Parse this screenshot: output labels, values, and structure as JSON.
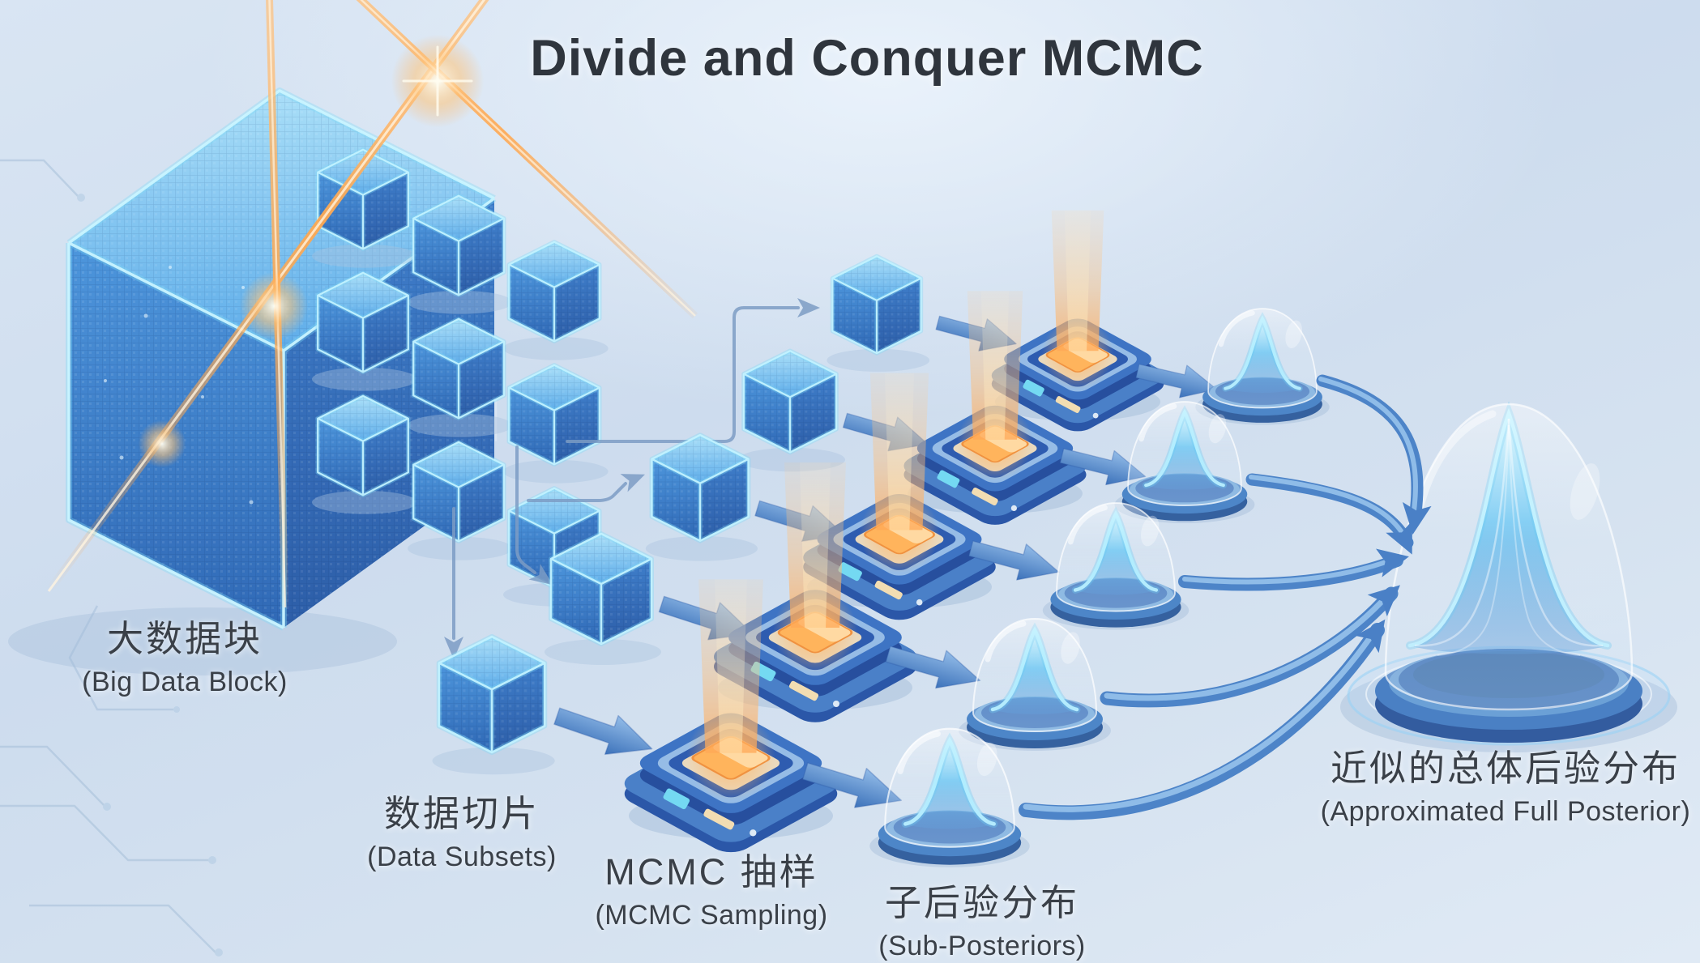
{
  "title": "Divide and Conquer MCMC",
  "stages": [
    {
      "id": "big-data-block",
      "zh": "大数据块",
      "en": "(Big Data Block)"
    },
    {
      "id": "data-subsets",
      "zh": "数据切片",
      "en": "(Data Subsets)"
    },
    {
      "id": "mcmc-sampling",
      "zh": "MCMC 抽样",
      "en": "(MCMC Sampling)"
    },
    {
      "id": "sub-posteriors",
      "zh": "子后验分布",
      "en": "(Sub-Posteriors)"
    },
    {
      "id": "approximated-full-posterior",
      "zh": "近似的总体后验分布",
      "en": "(Approximated Full Posterior)"
    }
  ],
  "structure": {
    "sliced_grid": "3x3",
    "data_subset_cubes": 5,
    "mcmc_processors": 5,
    "sub_posterior_domes": 5,
    "merged_posterior_domes": 1,
    "flow": "big data cube -> data subsets -> MCMC samplers -> sub-posteriors -> approximated full posterior"
  },
  "colors": {
    "background": "#cfdeee",
    "cube_blue": "#3c86d4",
    "cube_top": "#9fd9f6",
    "edge_glow_cyan": "#bfeffe",
    "beam_orange": "#ffaa50",
    "processor_blue": "#3e74c4",
    "chip_orange": "#ffb45c",
    "dome_base_blue": "#4d86c8",
    "curve_cyan": "#a8ecff",
    "arrow_blue": "#4a80c6",
    "text": "#3a4048"
  }
}
